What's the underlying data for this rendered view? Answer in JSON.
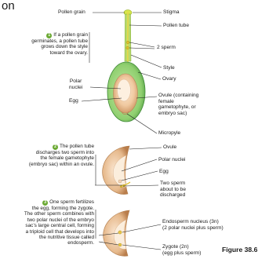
{
  "header": {
    "title_fragment": "on"
  },
  "figure_label": "Figure 38.6",
  "steps": [
    {
      "number": "1",
      "lines": [
        "If a pollen grain",
        "germinates, a pollen tube",
        "grows down the style",
        "toward the ovary."
      ]
    },
    {
      "number": "2",
      "lines": [
        "The pollen tube",
        "discharges two sperm into",
        "the female gametophyte",
        "(embryo sac) within an ovule."
      ]
    },
    {
      "number": "3",
      "lines": [
        "One sperm fertilizes",
        "the egg, forming the zygote.",
        "The other sperm combines with",
        "two polar nuclei of the embryo",
        "sac’s large central cell, forming",
        "a triploid cell that develops into",
        "the nutritive tissue called",
        "endosperm."
      ]
    }
  ],
  "labels": {
    "pollen_grain": "Pollen grain",
    "stigma": "Stigma",
    "pollen_tube": "Pollen tube",
    "two_sperm": "2 sperm",
    "style": "Style",
    "ovary": "Ovary",
    "polar_nuclei_1": [
      "Polar",
      "nuclei"
    ],
    "egg_1": "Egg",
    "ovule_1": [
      "Ovule (containing",
      "female",
      "gametophyte, or",
      "embryo sac)"
    ],
    "micropyle": "Micropyle",
    "ovule_2": "Ovule",
    "polar_nuclei_2": "Polar nuclei",
    "egg_2": "Egg",
    "two_sperm_discharged": [
      "Two sperm",
      "about to be",
      "discharged"
    ],
    "endosperm_nucleus": [
      "Endosperm nucleus (3n)",
      "(2 polar nuclei plus sperm)"
    ],
    "zygote": [
      "Zygote (2n)",
      "(egg plus sperm)"
    ]
  },
  "colors": {
    "step_badge": "#6aa932",
    "style_green": "#a6cf5a",
    "ovary_green": "#9fd07a",
    "ovary_edge": "#4f9a39",
    "ovule_tan": "#e9c9a8",
    "sperm_yellow": "#f0df3c"
  }
}
